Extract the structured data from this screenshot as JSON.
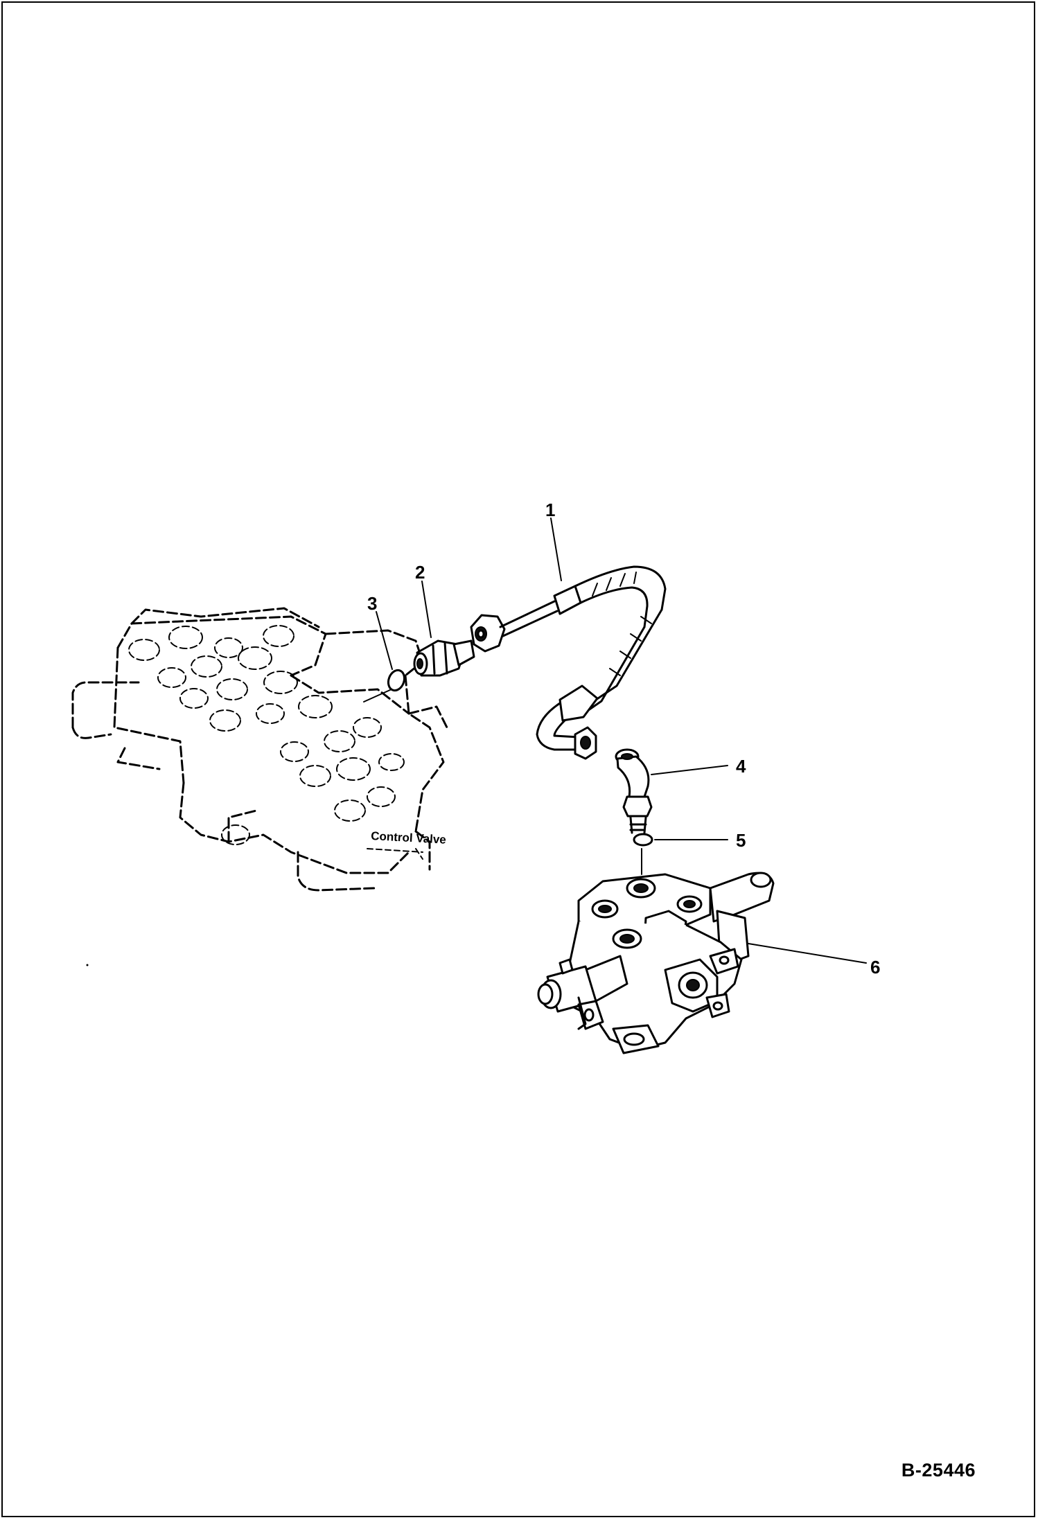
{
  "parts": {
    "callout_1": "1",
    "callout_2": "2",
    "callout_3": "3",
    "callout_4": "4",
    "callout_5": "5",
    "callout_6": "6"
  },
  "labels": {
    "control_valve": "Control Valve"
  },
  "drawing_number": "B-25446"
}
